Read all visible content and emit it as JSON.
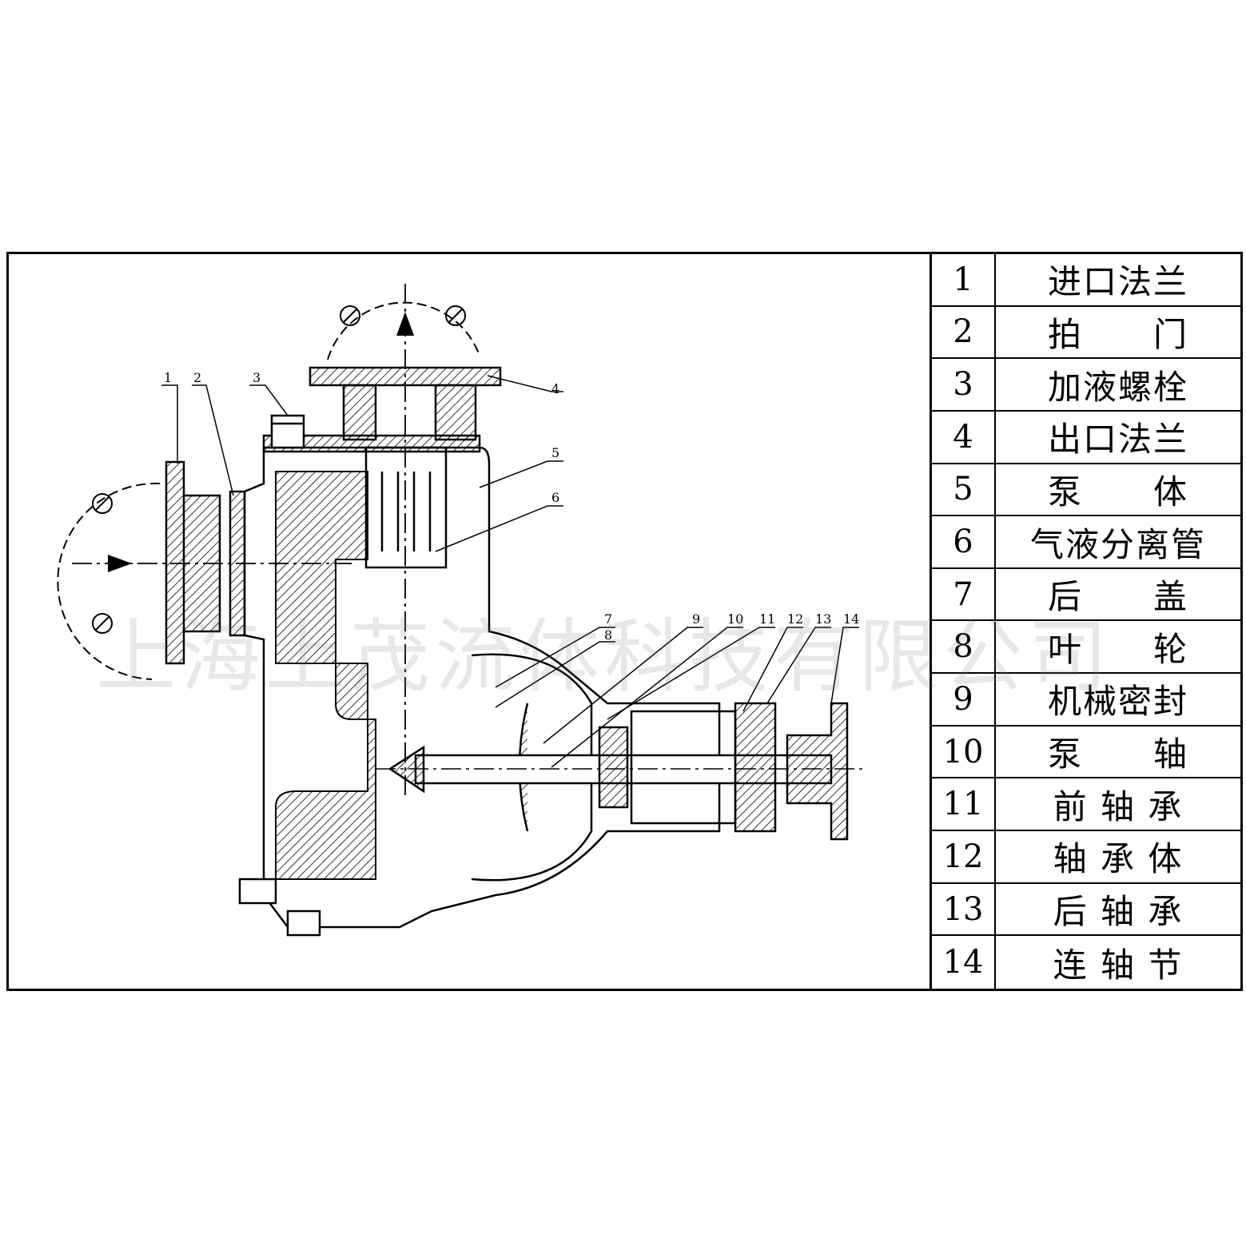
{
  "legend": [
    {
      "no": "1",
      "name": "进口法兰"
    },
    {
      "no": "2",
      "name": "拍　　门"
    },
    {
      "no": "3",
      "name": "加液螺栓"
    },
    {
      "no": "4",
      "name": "出口法兰"
    },
    {
      "no": "5",
      "name": "泵　　体"
    },
    {
      "no": "6",
      "name": "气液分离管"
    },
    {
      "no": "7",
      "name": "后　　盖"
    },
    {
      "no": "8",
      "name": "叶　　轮"
    },
    {
      "no": "9",
      "name": "机械密封"
    },
    {
      "no": "10",
      "name": "泵　　轴"
    },
    {
      "no": "11",
      "name": "前 轴 承"
    },
    {
      "no": "12",
      "name": "轴 承 体"
    },
    {
      "no": "13",
      "name": "后 轴 承"
    },
    {
      "no": "14",
      "name": "连 轴 节"
    }
  ],
  "callouts": [
    "1",
    "2",
    "3",
    "4",
    "5",
    "6",
    "7",
    "8",
    "9",
    "10",
    "11",
    "12",
    "13",
    "14"
  ],
  "watermark": "上海上茂流体科技有限公司"
}
